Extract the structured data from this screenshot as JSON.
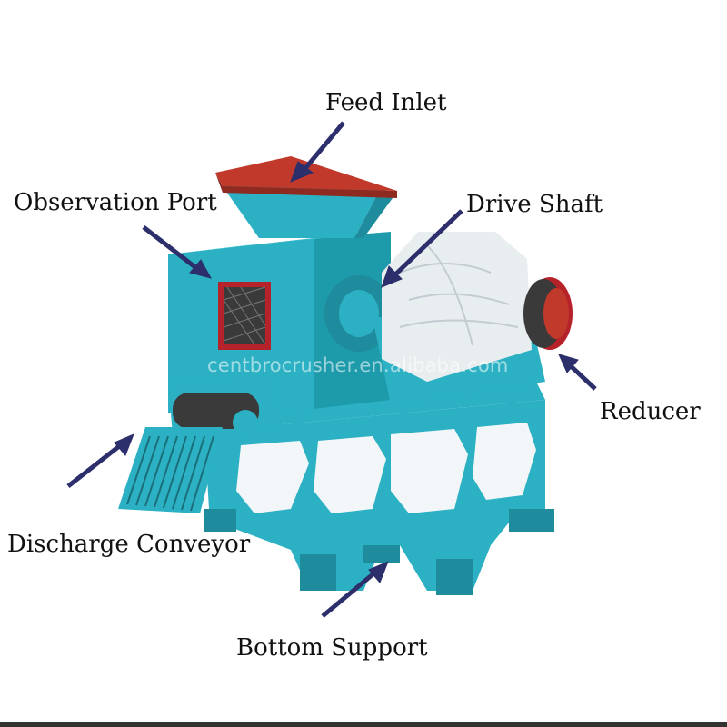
{
  "labels": {
    "feed_inlet": "Feed Inlet",
    "observation_port": "Observation Port",
    "drive_shaft": "Drive Shaft",
    "reducer": "Reducer",
    "discharge_conveyor": "Discharge Conveyor",
    "bottom_support": "Bottom Support"
  },
  "watermark": "centbrocrusher.en.alibaba.com",
  "colors": {
    "machine_body": "#2bb1c3",
    "machine_dark": "#1e8c9c",
    "hopper_top": "#c0392b",
    "frame_red": "#b5222a",
    "cover_white": "#e8edf0",
    "belt_dark": "#3a3a3a",
    "arrow": "#2c2f6b",
    "text": "#111111"
  },
  "icons": [
    "arrow-icon"
  ]
}
